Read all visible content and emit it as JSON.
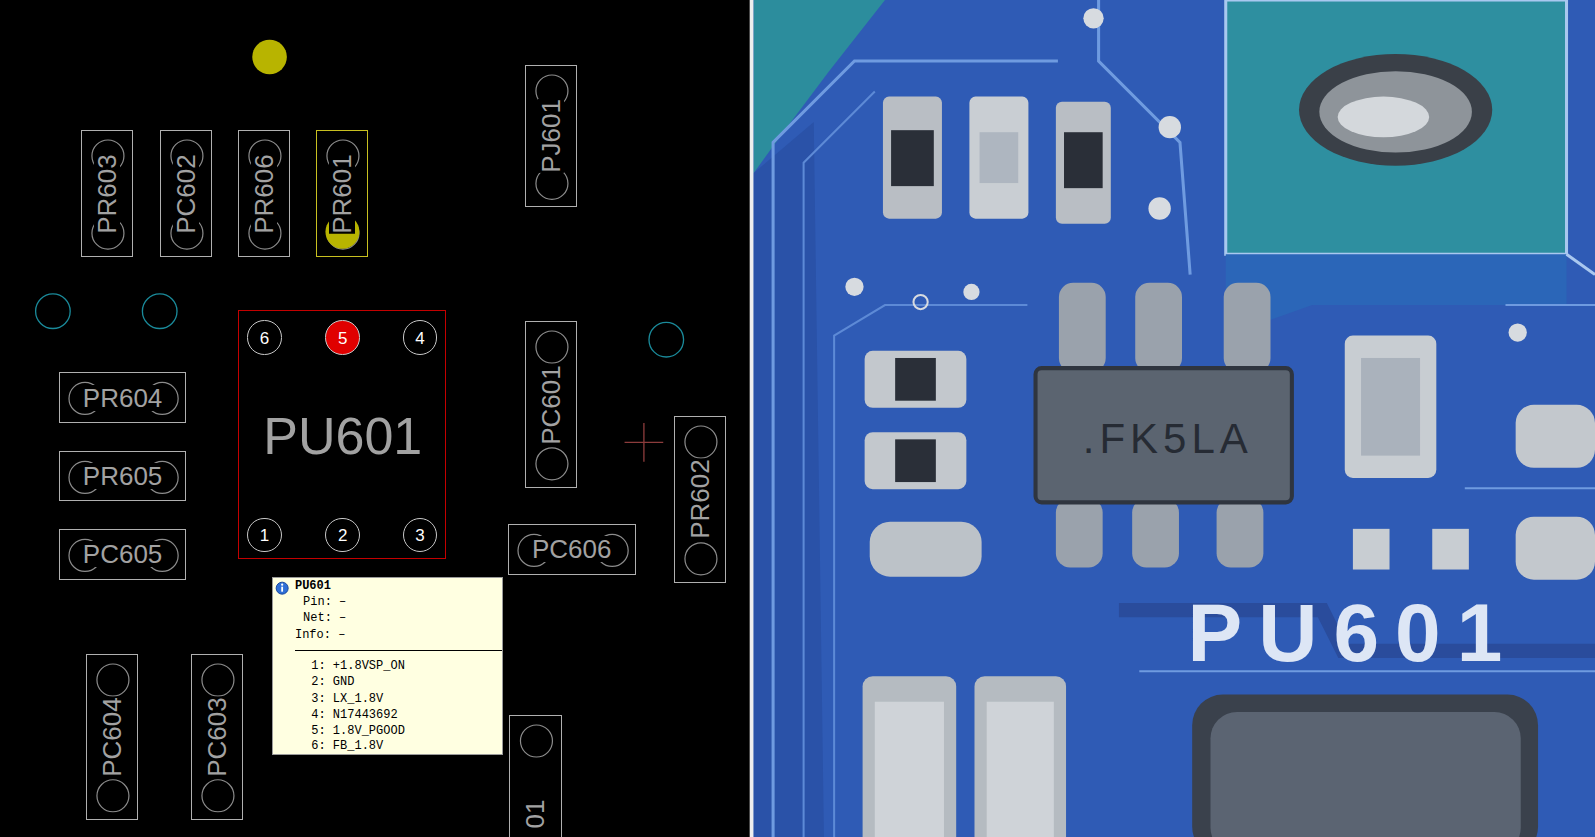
{
  "diagram": {
    "nodes": [
      {
        "text": [
          "PR603"
        ]
      },
      {
        "text": [
          "PC602"
        ]
      },
      {
        "text": [
          "PR606"
        ]
      },
      {
        "text": [
          "PR601"
        ]
      },
      {
        "text": [
          "PJ601"
        ]
      },
      {
        "text": [
          "PU601"
        ]
      },
      {
        "text": [
          "6"
        ],
        "in": 5
      },
      {
        "text": [
          "5"
        ],
        "in": 5
      },
      {
        "text": [
          "4"
        ],
        "in": 5
      },
      {
        "text": [
          "1"
        ],
        "in": 5
      },
      {
        "text": [
          "2"
        ],
        "in": 5
      },
      {
        "text": [
          "3"
        ],
        "in": 5
      },
      {
        "text": [
          "PR604"
        ]
      },
      {
        "text": [
          "PC601"
        ]
      },
      {
        "text": [
          "PR602"
        ]
      },
      {
        "text": [
          "PR605"
        ]
      },
      {
        "text": [
          "PC605"
        ]
      },
      {
        "text": [
          "PC606"
        ]
      },
      {
        "text": [
          "PU601",
          "Pin: –",
          "Net: –",
          "Info: –",
          "1: +1.8VSP_ON",
          "2: GND",
          "3: LX_1.8V",
          "4: N17443692",
          "5: 1.8V_PGOOD",
          "6: FB_1.8V"
        ]
      },
      {
        "text": [
          "PC604"
        ]
      },
      {
        "text": [
          "PC603"
        ]
      },
      {
        "text": [
          "01"
        ]
      }
    ],
    "labels": [
      ".FK5LA",
      "PU601"
    ]
  }
}
